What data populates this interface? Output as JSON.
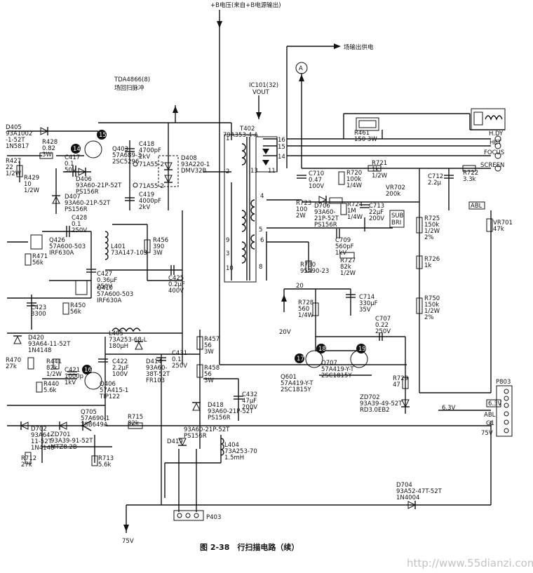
{
  "top": {
    "supply": "+B电压(来自+B电源输出)",
    "field_out": "场输出供电",
    "tda": "TDA4866(8)",
    "field_pulse": "场回扫脉冲",
    "ic101": "IC101(32)",
    "vout": "VOUT",
    "node_a": "A"
  },
  "right_labels": {
    "hdy": "H.DY",
    "het": "HET",
    "focus": "FOCUS",
    "screen": "SCREEN",
    "abl_box": "ABL",
    "sub_bri": "SUB\nBRI"
  },
  "p803": {
    "title": "P803",
    "v63_box": "6.3V",
    "v63": "6.3V",
    "abl": "ABL",
    "g1": "G1",
    "v75": "75V"
  },
  "bottom": {
    "p403": "P403",
    "v75": "75V",
    "caption": "图 2-38　行扫描电路（续）",
    "watermark": "http://www.55dianzi.com"
  },
  "markers": {
    "m14": "14",
    "m15": "15",
    "m16": "16",
    "m17": "17",
    "m18": "18",
    "m19": "19"
  },
  "transformer": {
    "name": "T402",
    "part": "79A353-4-A"
  },
  "pins": {
    "p16": "16",
    "p15": "15",
    "p14": "14",
    "p13": "13",
    "p11": "11",
    "p4": "4",
    "p5": "5",
    "p6": "6",
    "p9": "9",
    "p3": "3",
    "p10": "10",
    "p8": "8",
    "p2": "2",
    "p1": "1",
    "n20": "20",
    "v20": "20V"
  },
  "components": [
    {
      "id": "d405",
      "text": "D405\n93A1002\n-1-52T\n1N5817"
    },
    {
      "id": "r428",
      "text": "R428\n0.82\n3W"
    },
    {
      "id": "r427",
      "text": "R427\n22\n1/2W"
    },
    {
      "id": "r429",
      "text": "R429\n10\n1/2W"
    },
    {
      "id": "c417",
      "text": "C417\n0.1\n50V"
    },
    {
      "id": "q403",
      "text": "Q403\n57A689-3\n2SC5296"
    },
    {
      "id": "d406",
      "text": "D406\n93A60-21P-52T\nPS156R"
    },
    {
      "id": "d407",
      "text": "D407\n93A60-21P-52T\nPS156R"
    },
    {
      "id": "c418",
      "text": "C418\n4700pF\n2kV"
    },
    {
      "id": "l71a",
      "text": "71A55-2"
    },
    {
      "id": "l71b",
      "text": "71A55-2"
    },
    {
      "id": "c419",
      "text": "C419\n4000pF\n2kV"
    },
    {
      "id": "d408",
      "text": "D408\n93A220-1\nDMV32B"
    },
    {
      "id": "r461",
      "text": "R461\n150 3W"
    },
    {
      "id": "c710",
      "text": "C710\n0.47\n100V"
    },
    {
      "id": "r720",
      "text": "R720\n100k\n1/4W"
    },
    {
      "id": "r721",
      "text": "R721\n1k\n1/2W"
    },
    {
      "id": "vr702",
      "text": "VR702\n200k"
    },
    {
      "id": "c712",
      "text": "C712\n2.2μ"
    },
    {
      "id": "r722",
      "text": "R722\n3.3k"
    },
    {
      "id": "r723",
      "text": "R723\n100\n2W"
    },
    {
      "id": "d706",
      "text": "D706\n93A60-\n21P-52T\nPS156R"
    },
    {
      "id": "r724",
      "text": "R724\n1M\n1/4W"
    },
    {
      "id": "c713",
      "text": "C713\n22μF\n200V"
    },
    {
      "id": "c709",
      "text": "C709\n560pF\n1kV"
    },
    {
      "id": "r727",
      "text": "R727\n82k\n1/2W"
    },
    {
      "id": "r725",
      "text": "R725\n150k\n1/2W\n2%"
    },
    {
      "id": "r726",
      "text": "R726\n1k"
    },
    {
      "id": "vr701",
      "text": "VR701\n47k"
    },
    {
      "id": "r730",
      "text": "R730\n95A90-23"
    },
    {
      "id": "r750",
      "text": "R750\n150k\n1/2W\n2%"
    },
    {
      "id": "c428",
      "text": "C428\n0.1\n250V"
    },
    {
      "id": "q426",
      "text": "Q426\n57A600-503\nIRF630A"
    },
    {
      "id": "r471",
      "text": "R471\n56k"
    },
    {
      "id": "l401",
      "text": "L401\n73A147-103"
    },
    {
      "id": "r456",
      "text": "R456\n390\n3W"
    },
    {
      "id": "c427",
      "text": "C427\n0.36μF\n250V"
    },
    {
      "id": "q410",
      "text": "Q410\n57A600-503\nIRF630A"
    },
    {
      "id": "c425",
      "text": "C425\n0.2μF\n400V"
    },
    {
      "id": "c423",
      "text": "C423\n3300"
    },
    {
      "id": "r450",
      "text": "R450\n56k"
    },
    {
      "id": "r728",
      "text": "R728\n560\n1/4W"
    },
    {
      "id": "c714",
      "text": "C714\n330μF\n35V"
    },
    {
      "id": "c707",
      "text": "C707\n0.22\n250V"
    },
    {
      "id": "d420",
      "text": "D420\n93A64-11-52T\n1N4148"
    },
    {
      "id": "l405",
      "text": "L405\n73A253-68-L\n180μH"
    },
    {
      "id": "r457",
      "text": "R457\n56\n3W"
    },
    {
      "id": "c431",
      "text": "C431\n0.1\n250V"
    },
    {
      "id": "r470",
      "text": "R470\n27k"
    },
    {
      "id": "r441",
      "text": "R441\n82k\n1/2W"
    },
    {
      "id": "c422",
      "text": "C422\n2.2μF\n100V"
    },
    {
      "id": "d414",
      "text": "D414\n93A60-\n38T-52T\nFR103"
    },
    {
      "id": "r458",
      "text": "R458\n56\n3W"
    },
    {
      "id": "c421",
      "text": "C421\n1000p\n1kV"
    },
    {
      "id": "r440",
      "text": "R440\n5.6k"
    },
    {
      "id": "q406",
      "text": "Q406\n57A415-1\nTIP122"
    },
    {
      "id": "d418",
      "text": "D418\n93A60-21P-52T\nPS156R"
    },
    {
      "id": "c432",
      "text": "C432\n47μF\n200V"
    },
    {
      "id": "q601",
      "text": "Q601\n57A419-Y-T\n2SC1815Y"
    },
    {
      "id": "q707",
      "text": "Q707\n57A419-Y-T\n2SC1815Y"
    },
    {
      "id": "r729",
      "text": "R729\n47"
    },
    {
      "id": "zd702",
      "text": "ZD702\n93A39-49-52T\nRD3.0EB2"
    },
    {
      "id": "q705",
      "text": "Q705\n57A690-1\n2SB649A"
    },
    {
      "id": "r715",
      "text": "R715\n82k"
    },
    {
      "id": "d702",
      "text": "D702\n93A64-\n11-52T\n1N4148"
    },
    {
      "id": "zd701",
      "text": "ZD701\n93A39-91-52T\nMTZ8.2B"
    },
    {
      "id": "r712",
      "text": "R712\n27k"
    },
    {
      "id": "r713",
      "text": "R713\n5.6k"
    },
    {
      "id": "d419",
      "text": "D419"
    },
    {
      "id": "d419p",
      "text": "93A60-21P-52T\nPS156R"
    },
    {
      "id": "l404",
      "text": "L404\n73A253-70\n1.5mH"
    },
    {
      "id": "d704",
      "text": "D704\n93A52-47T-52T\n1N4004"
    }
  ]
}
